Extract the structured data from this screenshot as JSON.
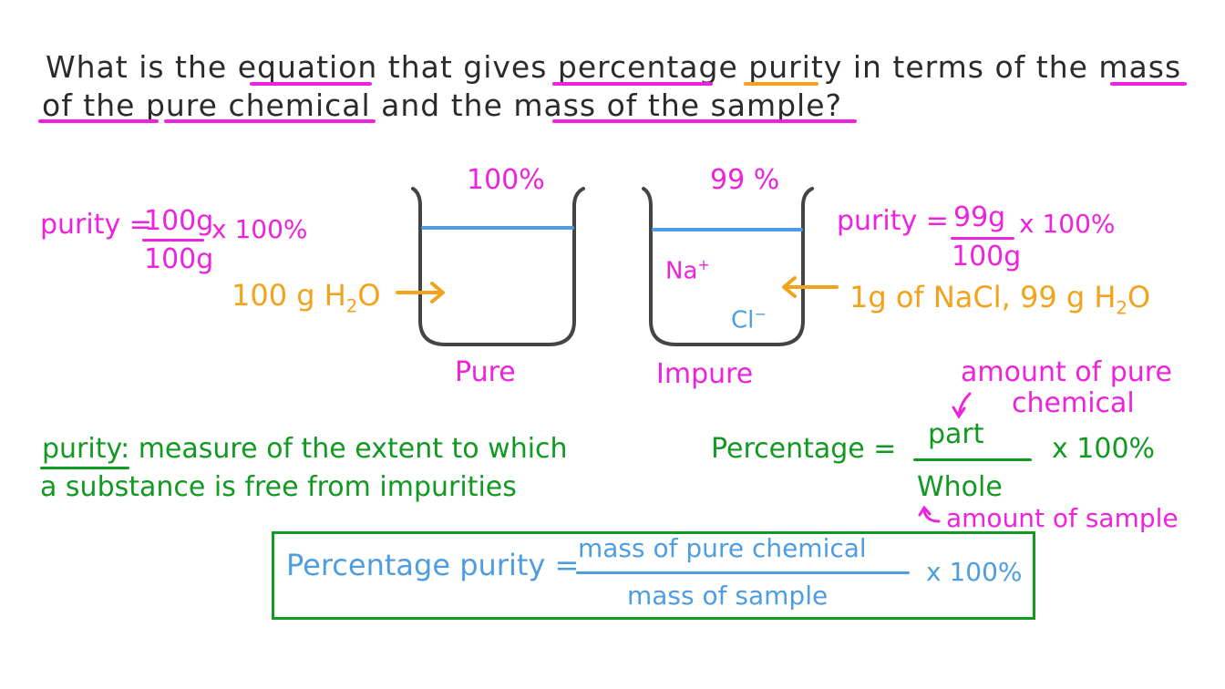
{
  "question": {
    "line1": "What is the equation that gives percentage purity in terms of the mass",
    "line2": "of the pure chemical and the mass of the sample?"
  },
  "pure": {
    "percent": "100%",
    "formula_label": "purity =",
    "numerator": "100g",
    "denominator": "100g",
    "multiplier": "x 100%",
    "content_prefix": "100 g H",
    "content_sub": "2",
    "content_suffix": "O",
    "beaker_label": "Pure"
  },
  "impure": {
    "percent": "99 %",
    "formula_label": "purity =",
    "numerator": "99g",
    "denominator": "100g",
    "multiplier": "x 100%",
    "ion_na": "Na",
    "ion_na_charge": "+",
    "ion_cl": "Cl",
    "ion_cl_charge": "−",
    "content_prefix": "1g of NaCl, 99 g H",
    "content_sub": "2",
    "content_suffix": "O",
    "beaker_label": "Impure"
  },
  "definition": {
    "term": "purity",
    "line1_rest": ": measure of the extent to which",
    "line2": "a substance is free from impurities"
  },
  "general": {
    "lhs": "Percentage =",
    "numerator": "part",
    "denominator": "Whole",
    "multiplier": "x 100%",
    "note_top_1": "amount of pure",
    "note_top_2": "chemical",
    "note_bottom": "amount of sample"
  },
  "final": {
    "lhs": "Percentage purity =",
    "numerator": "mass of pure chemical",
    "denominator": "mass of sample",
    "multiplier": "x 100%"
  },
  "colors": {
    "question_text": "#2b2b2b",
    "pink": "#ee22dd",
    "orange": "#f2a31b",
    "blue": "#4d9de0",
    "green": "#119922",
    "beaker": "#444444"
  }
}
